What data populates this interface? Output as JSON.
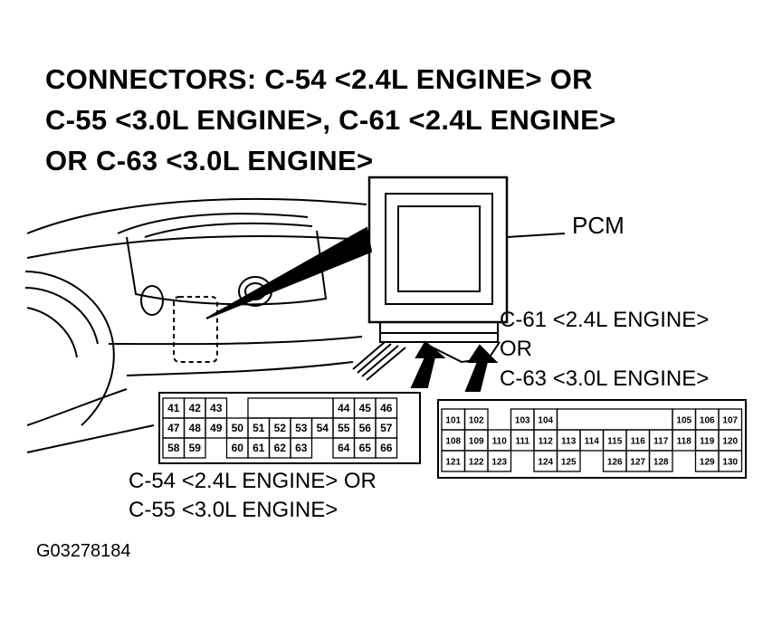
{
  "title": {
    "line1": "CONNECTORS: C-54 <2.4L ENGINE> OR",
    "line2": "C-55 <3.0L ENGINE>, C-61 <2.4L ENGINE>",
    "line3": "OR C-63 <3.0L ENGINE>"
  },
  "labels": {
    "pcm": "PCM",
    "c61": "C-61 <2.4L ENGINE>",
    "or": "OR",
    "c63": "C-63 <3.0L ENGINE>",
    "c54": "C-54 <2.4L ENGINE> OR",
    "c55": "C-55 <3.0L ENGINE>",
    "figure_code": "G03278184"
  },
  "connector_small": {
    "rows": [
      [
        "41",
        "42",
        "43",
        "",
        "",
        "",
        "",
        "",
        "44",
        "45",
        "46"
      ],
      [
        "47",
        "48",
        "49",
        "50",
        "51",
        "52",
        "53",
        "54",
        "55",
        "56",
        "57"
      ],
      [
        "58",
        "59",
        "",
        "60",
        "61",
        "62",
        "63",
        "",
        "64",
        "65",
        "66"
      ]
    ]
  },
  "connector_large": {
    "rows": [
      [
        "101",
        "102",
        "",
        "103",
        "104",
        "",
        "",
        "",
        "",
        "",
        "105",
        "106",
        "107"
      ],
      [
        "108",
        "109",
        "110",
        "111",
        "112",
        "113",
        "114",
        "115",
        "116",
        "117",
        "118",
        "119",
        "120"
      ],
      [
        "121",
        "122",
        "123",
        "",
        "124",
        "125",
        "",
        "126",
        "127",
        "128",
        "",
        "129",
        "130"
      ]
    ]
  }
}
